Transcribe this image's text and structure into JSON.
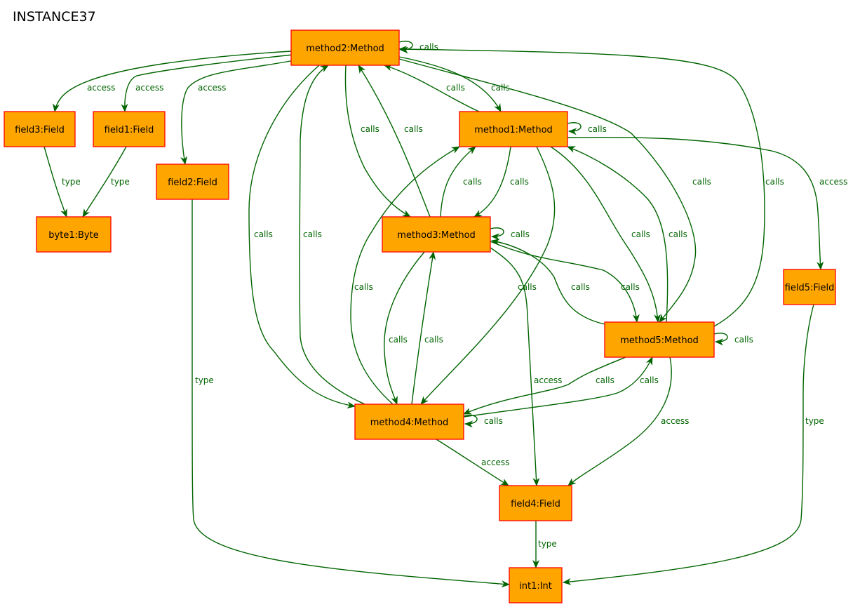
{
  "diagram": {
    "title": "INSTANCE37",
    "nodes": [
      {
        "id": "method2",
        "label": "method2:Method"
      },
      {
        "id": "method1",
        "label": "method1:Method"
      },
      {
        "id": "method3",
        "label": "method3:Method"
      },
      {
        "id": "method5",
        "label": "method5:Method"
      },
      {
        "id": "method4",
        "label": "method4:Method"
      },
      {
        "id": "field3",
        "label": "field3:Field"
      },
      {
        "id": "field1",
        "label": "field1:Field"
      },
      {
        "id": "field2",
        "label": "field2:Field"
      },
      {
        "id": "field5",
        "label": "field5:Field"
      },
      {
        "id": "field4",
        "label": "field4:Field"
      },
      {
        "id": "byte1",
        "label": "byte1:Byte"
      },
      {
        "id": "int1",
        "label": "int1:Int"
      }
    ],
    "edges": [
      {
        "from": "method2",
        "to": "method2",
        "label": "calls"
      },
      {
        "from": "method2",
        "to": "field3",
        "label": "access"
      },
      {
        "from": "method2",
        "to": "field1",
        "label": "access"
      },
      {
        "from": "method2",
        "to": "field2",
        "label": "access"
      },
      {
        "from": "method2",
        "to": "method1",
        "label": "calls"
      },
      {
        "from": "method1",
        "to": "method2",
        "label": "calls"
      },
      {
        "from": "method2",
        "to": "method3",
        "label": "calls"
      },
      {
        "from": "method3",
        "to": "method2",
        "label": "calls"
      },
      {
        "from": "method2",
        "to": "method5",
        "label": "calls"
      },
      {
        "from": "method5",
        "to": "method2",
        "label": "calls"
      },
      {
        "from": "method2",
        "to": "method4",
        "label": "calls"
      },
      {
        "from": "method4",
        "to": "method2",
        "label": "calls"
      },
      {
        "from": "field3",
        "to": "byte1",
        "label": "type"
      },
      {
        "from": "field1",
        "to": "byte1",
        "label": "type"
      },
      {
        "from": "field2",
        "to": "int1",
        "label": "type"
      },
      {
        "from": "method1",
        "to": "method1",
        "label": "calls"
      },
      {
        "from": "method1",
        "to": "field5",
        "label": "access"
      },
      {
        "from": "method1",
        "to": "method3",
        "label": "calls"
      },
      {
        "from": "method3",
        "to": "method1",
        "label": "calls"
      },
      {
        "from": "method1",
        "to": "method5",
        "label": "calls"
      },
      {
        "from": "method5",
        "to": "method1",
        "label": "calls"
      },
      {
        "from": "method1",
        "to": "method4",
        "label": "calls"
      },
      {
        "from": "method4",
        "to": "method1",
        "label": "calls"
      },
      {
        "from": "method3",
        "to": "method3",
        "label": "calls"
      },
      {
        "from": "method3",
        "to": "method5",
        "label": "calls"
      },
      {
        "from": "method5",
        "to": "method3",
        "label": "calls"
      },
      {
        "from": "method3",
        "to": "method4",
        "label": "calls"
      },
      {
        "from": "method4",
        "to": "method3",
        "label": "calls"
      },
      {
        "from": "method3",
        "to": "field4",
        "label": "access"
      },
      {
        "from": "method5",
        "to": "method5",
        "label": "calls"
      },
      {
        "from": "method5",
        "to": "method4",
        "label": "calls"
      },
      {
        "from": "method4",
        "to": "method5",
        "label": "calls"
      },
      {
        "from": "method5",
        "to": "field4",
        "label": "access"
      },
      {
        "from": "method4",
        "to": "method4",
        "label": "calls"
      },
      {
        "from": "method4",
        "to": "field4",
        "label": "access"
      },
      {
        "from": "field4",
        "to": "int1",
        "label": "type"
      },
      {
        "from": "field5",
        "to": "int1",
        "label": "type"
      }
    ]
  },
  "colors": {
    "node_fill": "#ffa500",
    "node_border": "#ff0000",
    "edge": "#006400",
    "text": "#000000"
  }
}
